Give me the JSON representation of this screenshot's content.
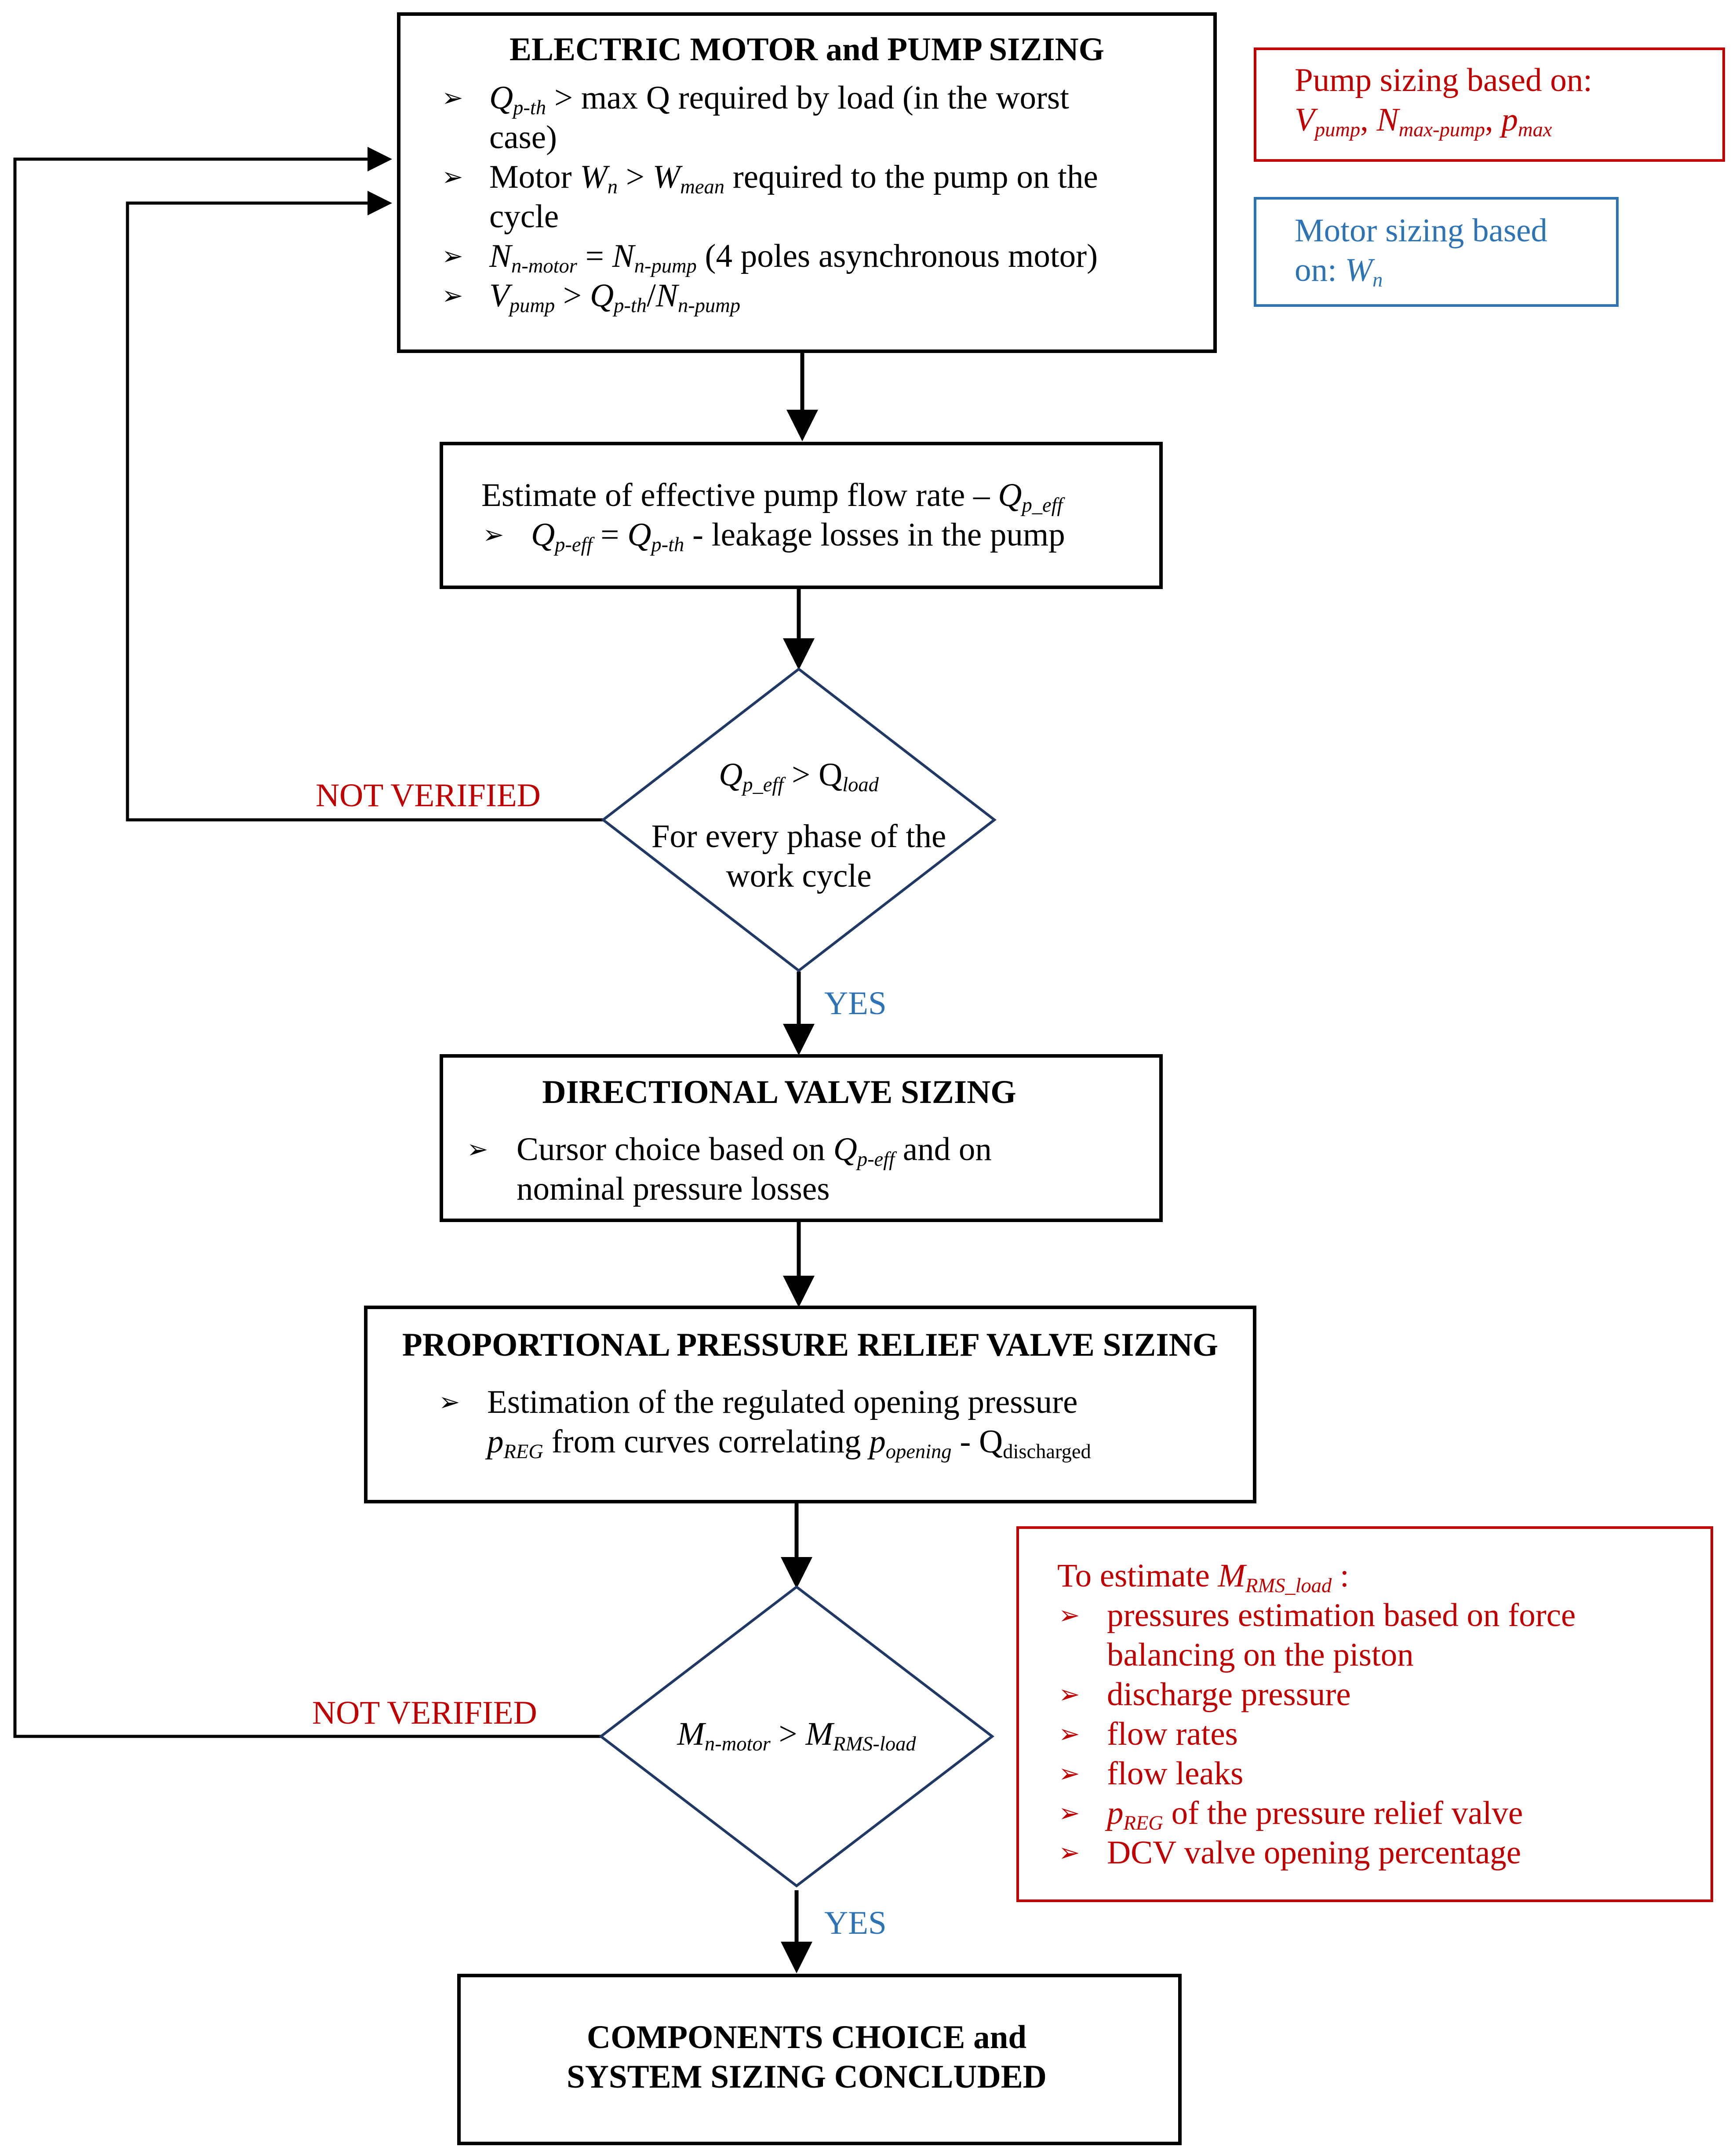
{
  "box1": {
    "title": "ELECTRIC MOTOR and PUMP SIZING",
    "b1_q": "Q",
    "b1_q_sub": "p-th",
    "b1_rest": " > max Q required by load (in the worst",
    "b1_line2": "case)",
    "b2_pre": "Motor ",
    "b2_w": "W",
    "b2_w_sub": "n",
    "b2_gt": "  > ",
    "b2_w2": "W",
    "b2_w2_sub": "mean",
    "b2_rest": " required  to the pump on the",
    "b2_line2": "cycle",
    "b3_n": "N",
    "b3_n_sub": "n-motor",
    "b3_eq": " = ",
    "b3_n2": "N",
    "b3_n2_sub": "n-pump",
    "b3_rest": " (4 poles asynchronous motor)",
    "b4_v": "V",
    "b4_v_sub": "pump",
    "b4_gt": " > ",
    "b4_q": "Q",
    "b4_q_sub": "p-th",
    "b4_slash": "/",
    "b4_n": "N",
    "b4_n_sub": "n-pump"
  },
  "pump_note": {
    "line1": "Pump sizing based on:",
    "v": "V",
    "v_sub": "pump",
    "c1": ", ",
    "n": "N",
    "n_sub": "max-pump",
    "c2": ", ",
    "p": "p",
    "p_sub": "max"
  },
  "motor_note": {
    "line1": "Motor sizing based",
    "line2_pre": "on: ",
    "w": "W",
    "w_sub": "n"
  },
  "box2": {
    "line1_pre": "Estimate of effective pump flow rate – ",
    "q": "Q",
    "q_sub": "p_eff",
    "b_q": "Q",
    "b_q_sub": "p-eff",
    "b_eq": " = ",
    "b_q2": "Q",
    "b_q2_sub": "p-th",
    "b_rest": " -  leakage losses in the pump"
  },
  "diamond1": {
    "q": "Q",
    "q_sub": "p_eff",
    "gt": "  >  ",
    "q2": "Q",
    "q2_sub": "load",
    "line2": "For every phase of the",
    "line3": "work cycle",
    "no_label": "NOT VERIFIED",
    "yes_label": "YES"
  },
  "box3": {
    "title": "DIRECTIONAL VALVE SIZING",
    "b1_pre": "Cursor choice based on ",
    "b1_q": "Q",
    "b1_q_sub": "p-eff",
    "b1_rest": " and on",
    "b1_line2": "nominal pressure losses"
  },
  "box4": {
    "title": "PROPORTIONAL PRESSURE RELIEF VALVE  SIZING",
    "b1_line1": "Estimation of the regulated opening pressure",
    "b1_p": "p",
    "b1_p_sub": "REG",
    "b1_mid": " from curves correlating ",
    "b1_p2": "p",
    "b1_p2_sub": "opening",
    "b1_dash": " - Q",
    "b1_q_sub": "discharged"
  },
  "diamond2": {
    "m": "M",
    "m_sub": "n-motor",
    "gt": " > ",
    "m2": "M",
    "m2_sub": "RMS-load",
    "no_label": "NOT VERIFIED",
    "yes_label": "YES"
  },
  "rms_note": {
    "line1_pre": "To estimate  ",
    "m": "M",
    "m_sub": "RMS_load",
    "colon": " :",
    "items": [
      "pressures estimation based on force",
      "balancing on the piston",
      "discharge pressure",
      "flow rates",
      "flow leaks",
      "of the pressure relief valve",
      " DCV valve opening percentage"
    ],
    "item_p": "p",
    "item_p_sub": "REG"
  },
  "box5": {
    "line1": "COMPONENTS CHOICE and",
    "line2": "SYSTEM SIZING CONCLUDED"
  },
  "colors": {
    "red": "#c00000",
    "blue": "#2e74b5",
    "navy": "#1f3864",
    "black": "#000000"
  },
  "icons": {
    "bullet": "arrowhead-bullet-icon"
  }
}
